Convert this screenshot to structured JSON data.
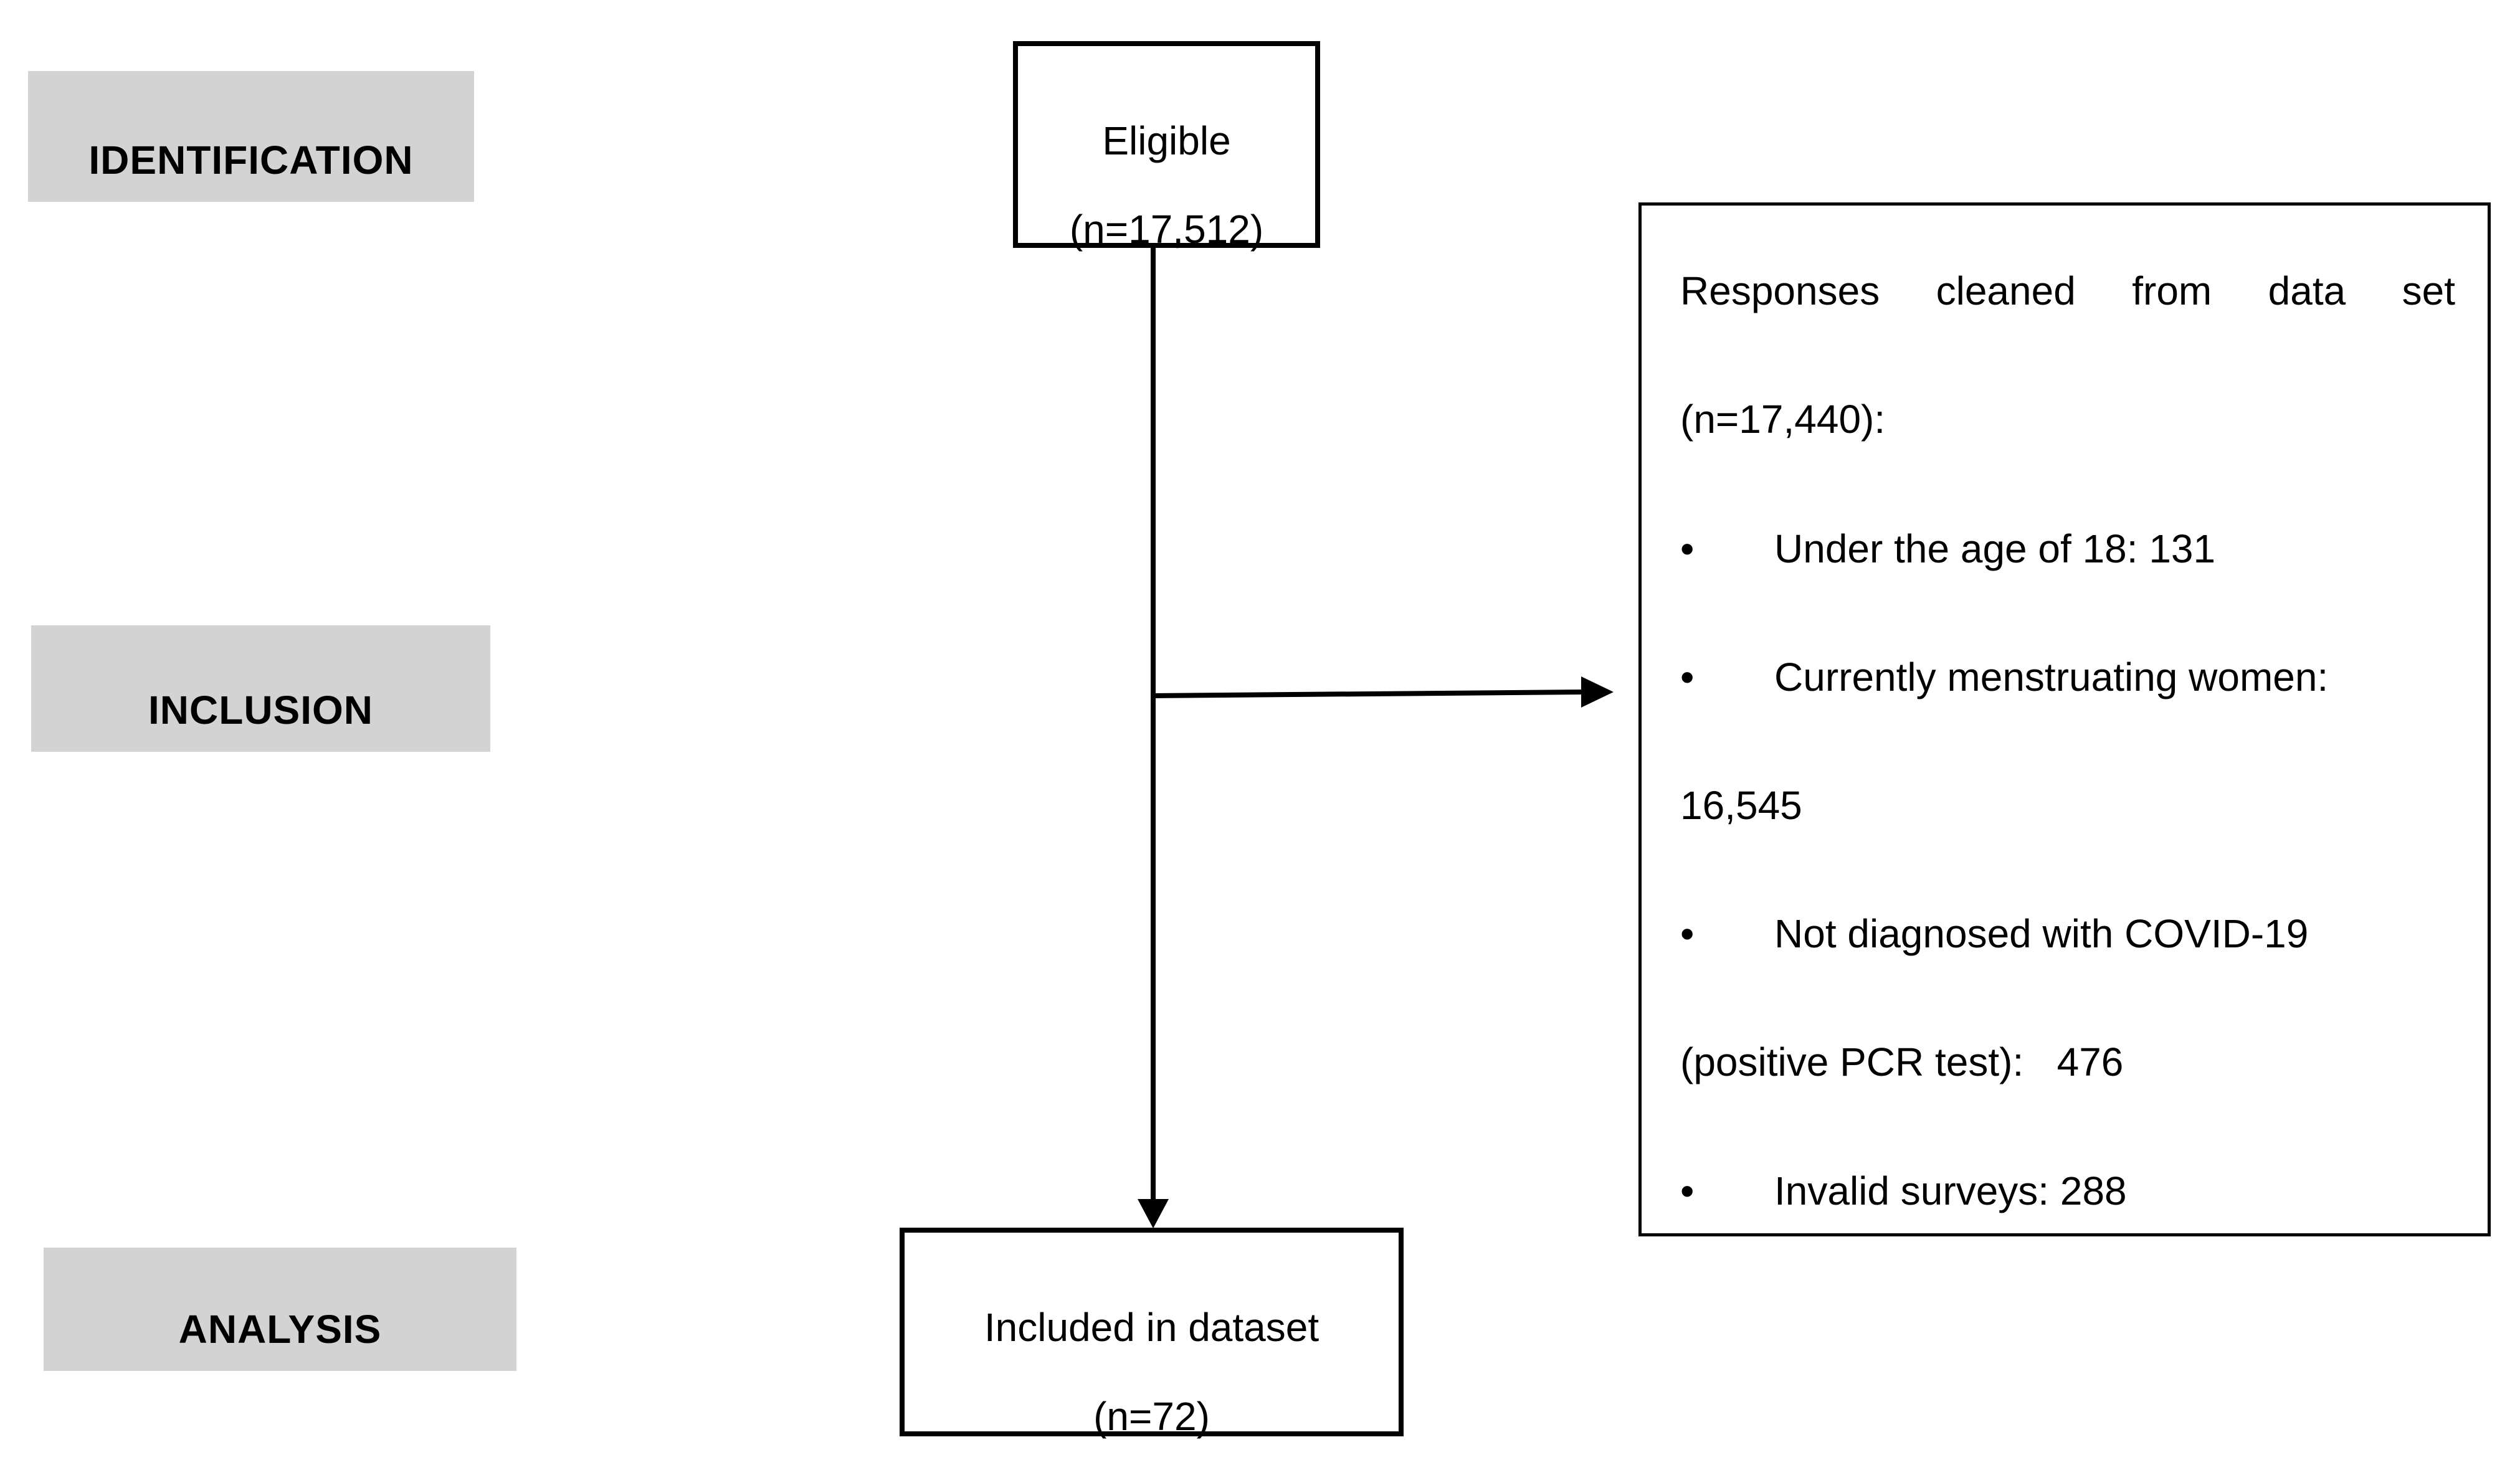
{
  "stages": {
    "identification": "IDENTIFICATION",
    "inclusion": "INCLUSION",
    "analysis": "ANALYSIS"
  },
  "eligible": {
    "label": "Eligible",
    "count": "(n=17,512)"
  },
  "excluded": {
    "heading_words": [
      "Responses",
      "cleaned",
      "from",
      "data",
      "set"
    ],
    "count": "(n=17,440):",
    "bullet_symbol": "•",
    "items": [
      "Under the age of 18: 131",
      "Currently menstruating women:",
      "Not diagnosed with COVID-19",
      "Invalid surveys: 288"
    ],
    "continuations": [
      "16,545",
      "(positive PCR test):   476"
    ]
  },
  "included": {
    "label": "Included in dataset",
    "count": "(n=72)"
  },
  "colors": {
    "stage_fill": "#d3d3d3",
    "line": "#000000"
  }
}
